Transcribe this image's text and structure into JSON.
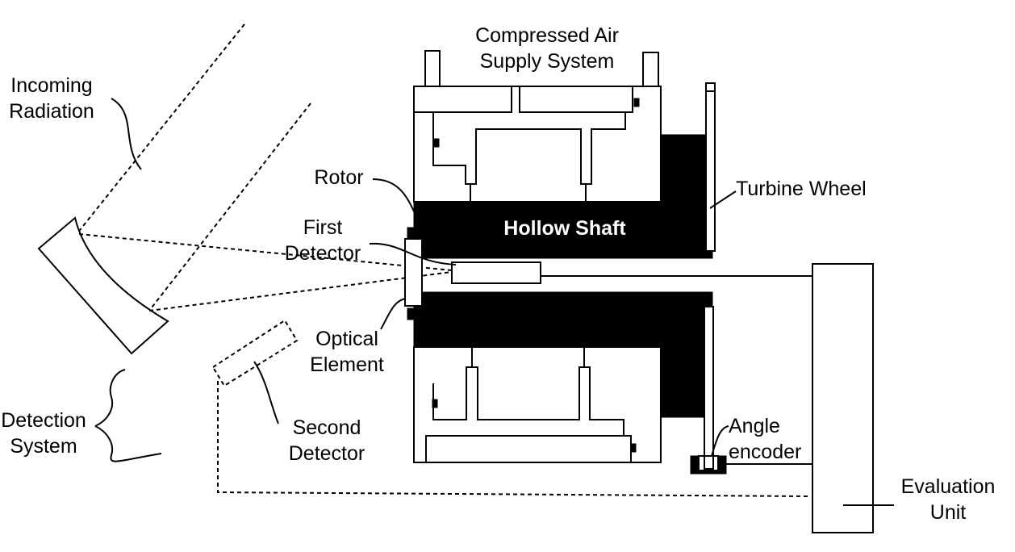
{
  "labels": {
    "compressed_air_1": "Compressed Air",
    "compressed_air_2": "Supply System",
    "incoming_1": "Incoming",
    "incoming_2": "Radiation",
    "rotor": "Rotor",
    "turbine_wheel": "Turbine Wheel",
    "first_detector_1": "First",
    "first_detector_2": "Detector",
    "hollow_shaft": "Hollow Shaft",
    "optical_1": "Optical",
    "optical_2": "Element",
    "detection_1": "Detection",
    "detection_2": "System",
    "second_1": "Second",
    "second_2": "Detector",
    "angle_1": "Angle",
    "angle_2": "encoder",
    "evaluation_1": "Evaluation",
    "evaluation_2": "Unit"
  }
}
